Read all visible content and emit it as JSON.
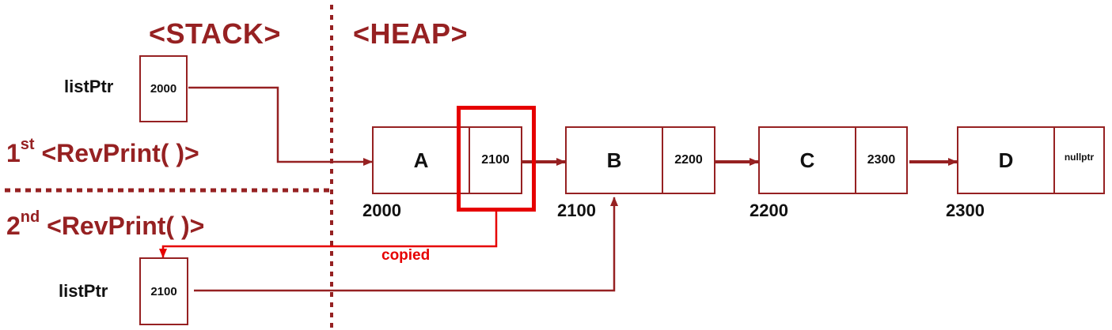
{
  "headers": {
    "stack": "<STACK>",
    "heap": "<HEAP>"
  },
  "frames": [
    {
      "ordinal": "1",
      "suffix": "st",
      "label": "<RevPrint( )>"
    },
    {
      "ordinal": "2",
      "suffix": "nd",
      "label": "<RevPrint( )>"
    }
  ],
  "stack_vars": [
    {
      "name": "listPtr",
      "value": "2000"
    },
    {
      "name": "listPtr",
      "value": "2100"
    }
  ],
  "nodes": [
    {
      "data": "A",
      "next": "2100",
      "address": "2000"
    },
    {
      "data": "B",
      "next": "2200",
      "address": "2100"
    },
    {
      "data": "C",
      "next": "2300",
      "address": "2200"
    },
    {
      "data": "D",
      "next": "nullptr",
      "address": "2300"
    }
  ],
  "copy_label": "copied",
  "colors": {
    "dark_red": "#962122",
    "highlight_red": "#e60000",
    "text": "#111111"
  }
}
